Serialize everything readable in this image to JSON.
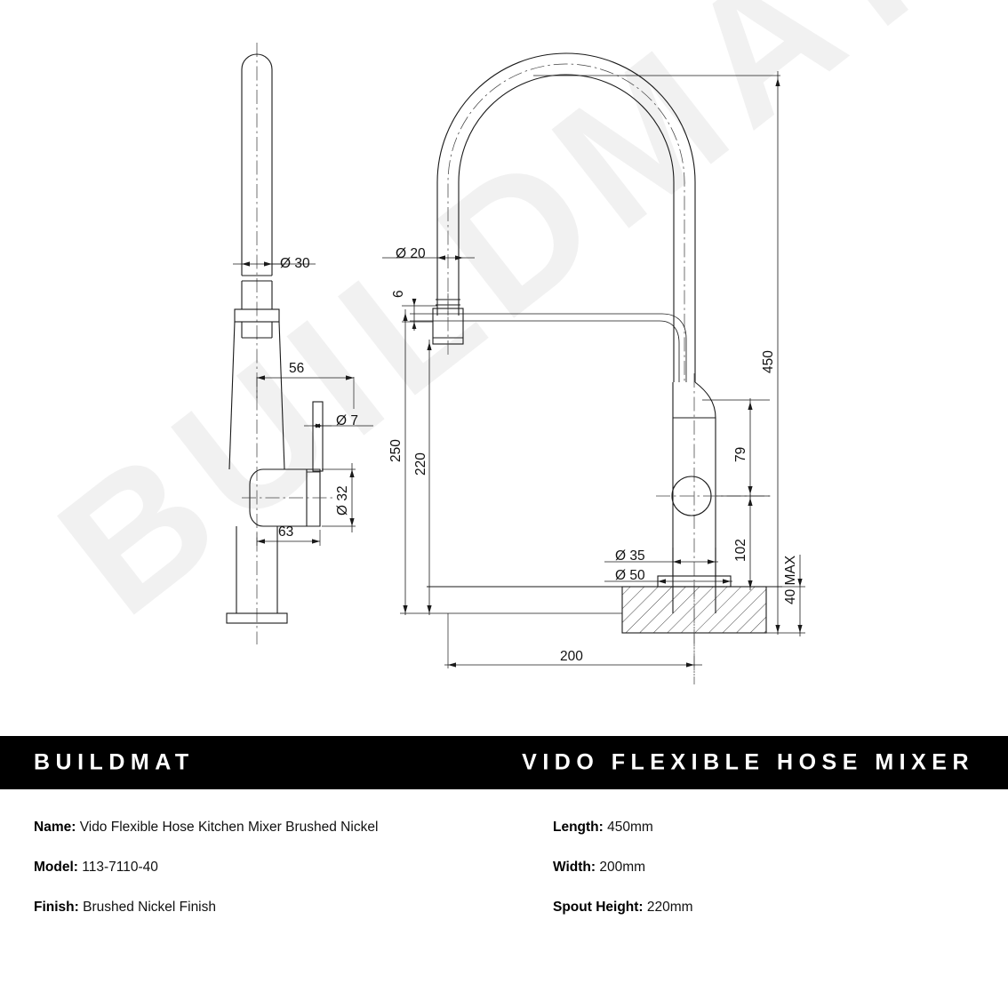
{
  "title_bar": {
    "brand": "BUILDMAT",
    "product_title": "VIDO FLEXIBLE HOSE MIXER"
  },
  "watermark": {
    "text": "BUILDMAT"
  },
  "specs": {
    "left": [
      {
        "label": "Name:",
        "value": "Vido Flexible Hose Kitchen Mixer Brushed Nickel"
      },
      {
        "label": "Model:",
        "value": "113-7110-40"
      },
      {
        "label": "Finish:",
        "value": " Brushed Nickel Finish"
      }
    ],
    "right": [
      {
        "label": "Length:",
        "value": "450mm"
      },
      {
        "label": "Width:",
        "value": "200mm"
      },
      {
        "label": "Spout Height:",
        "value": "220mm"
      }
    ]
  },
  "drawing": {
    "dimensions": {
      "side_dia_top": "Ø 30",
      "side_offset_56": "56",
      "side_lever_dia": "Ø 7",
      "side_body_dia": "Ø 32",
      "side_width_63": "63",
      "front_spout_dia": "Ø 20",
      "front_gap_6": "6",
      "front_height_250": "250",
      "front_height_220": "220",
      "right_total_450": "450",
      "right_79": "79",
      "right_102": "102",
      "right_40max": "40 MAX",
      "base_dia_35": "Ø 35",
      "base_dia_50": "Ø 50",
      "reach_200": "200"
    },
    "colors": {
      "line": "#1a1a1a",
      "centerline": "#444444",
      "watermark": "#f1f1f1",
      "title_bar_bg": "#000000",
      "title_bar_fg": "#ffffff",
      "page_bg": "#ffffff"
    }
  }
}
